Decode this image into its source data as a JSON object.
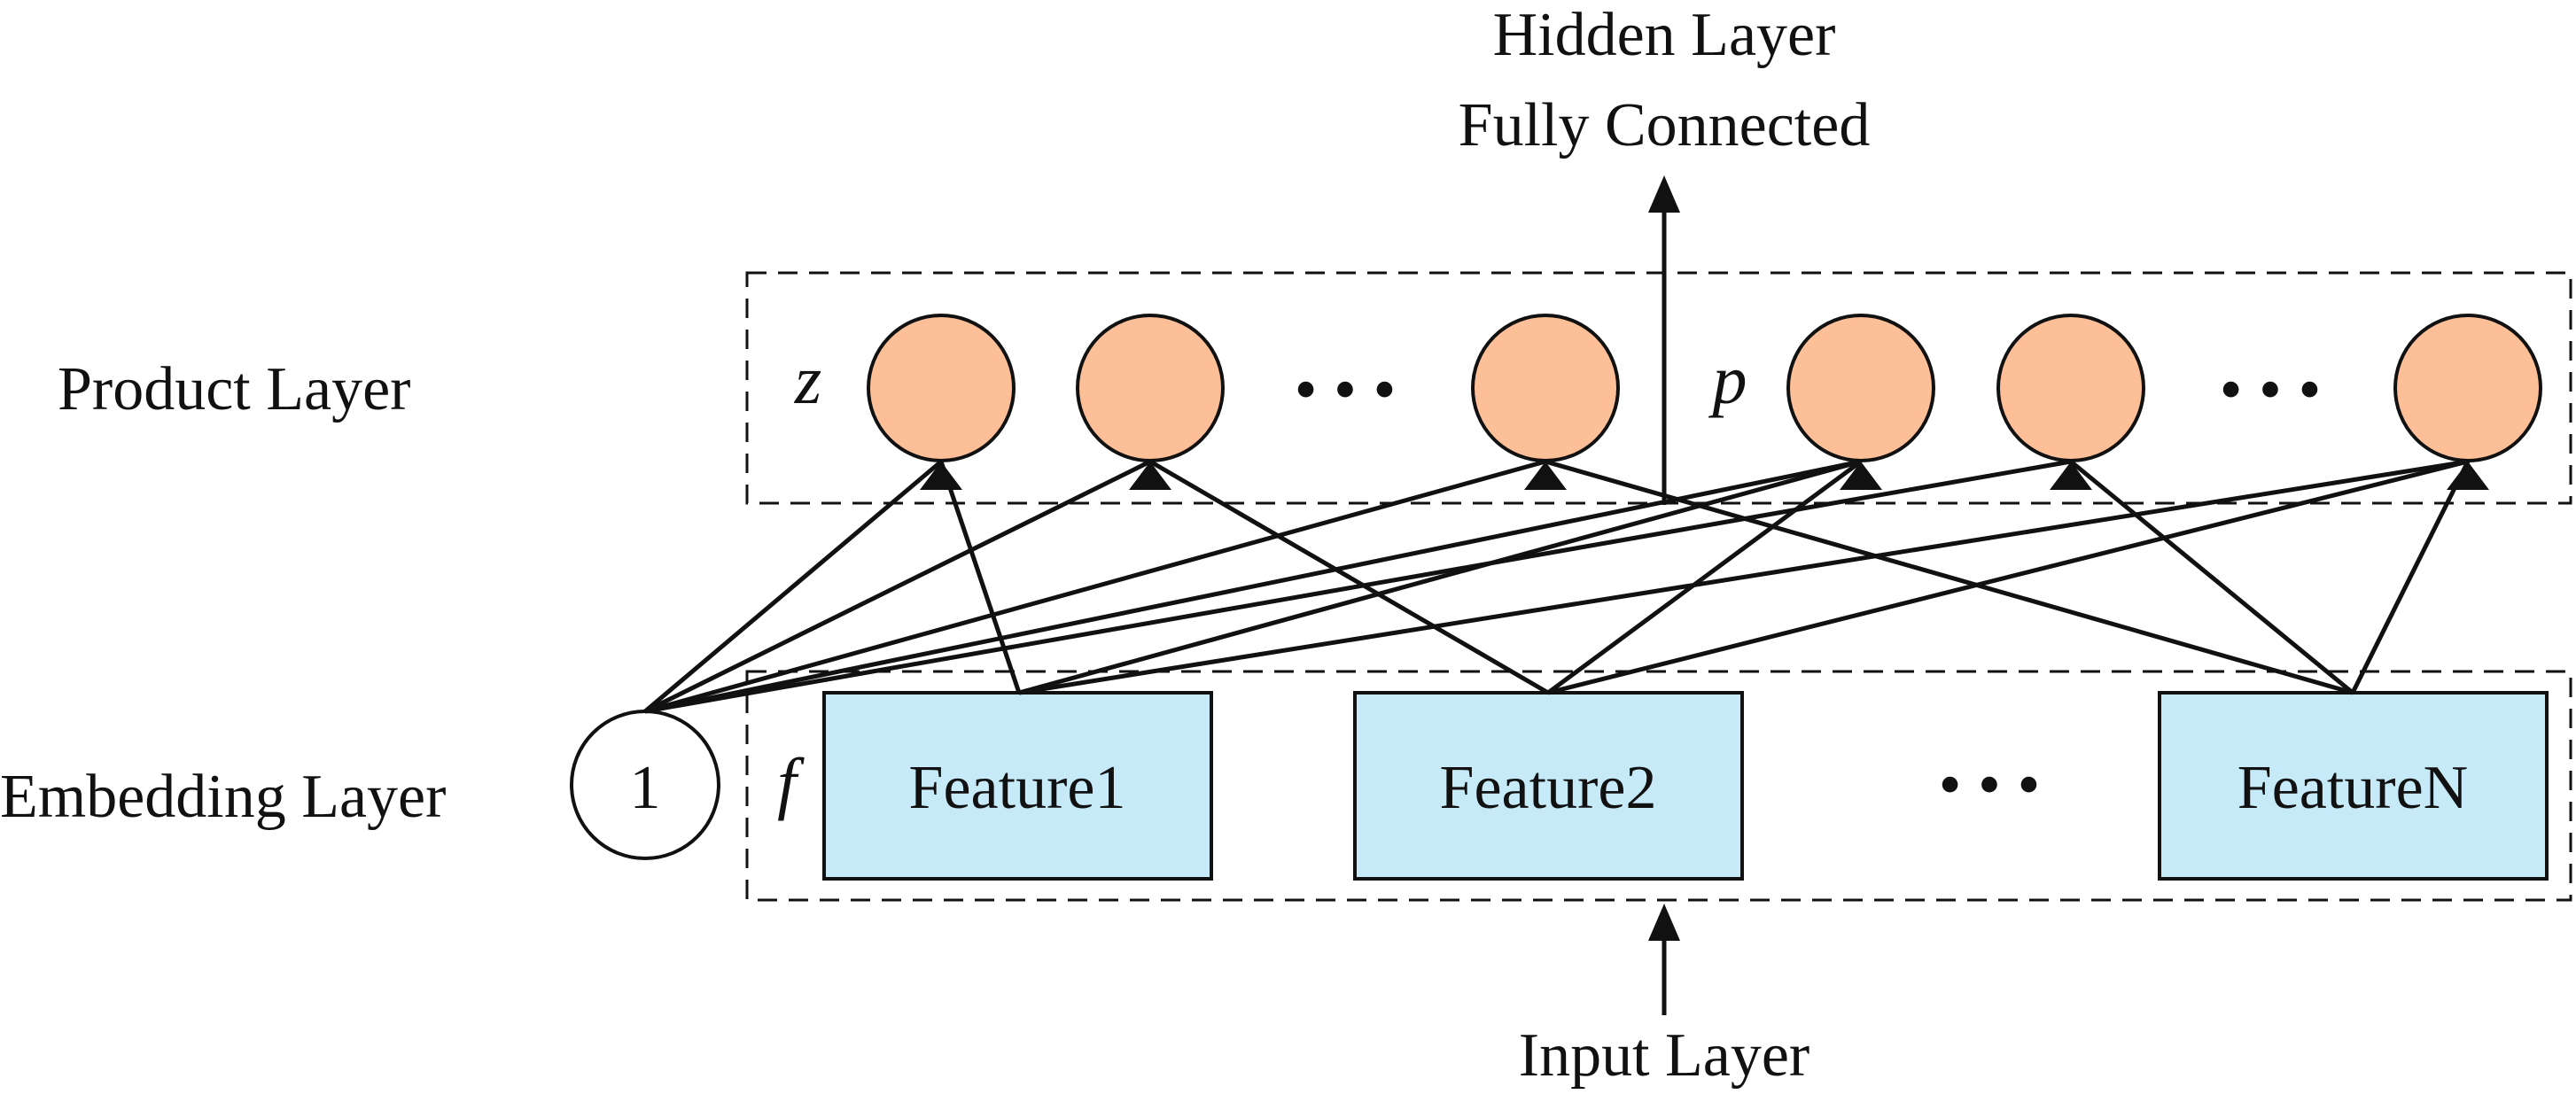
{
  "colors": {
    "product_node_fill": "#FDBF98",
    "feature_box_fill": "#C7EAF8",
    "bias_node_fill": "#FFFFFF",
    "stroke": "#111111"
  },
  "labels": {
    "hidden_layer": "Hidden Layer",
    "fully_connected": "Fully Connected",
    "product_layer": "Product Layer",
    "embedding_layer": "Embedding Layer",
    "input_layer": "Input Layer",
    "z_symbol": "z",
    "p_symbol": "p",
    "f_symbol": "f",
    "bias_value": "1",
    "ellipsis": "• • •"
  },
  "features": [
    {
      "label": "Feature1"
    },
    {
      "label": "Feature2"
    },
    {
      "label": "FeatureN"
    }
  ]
}
